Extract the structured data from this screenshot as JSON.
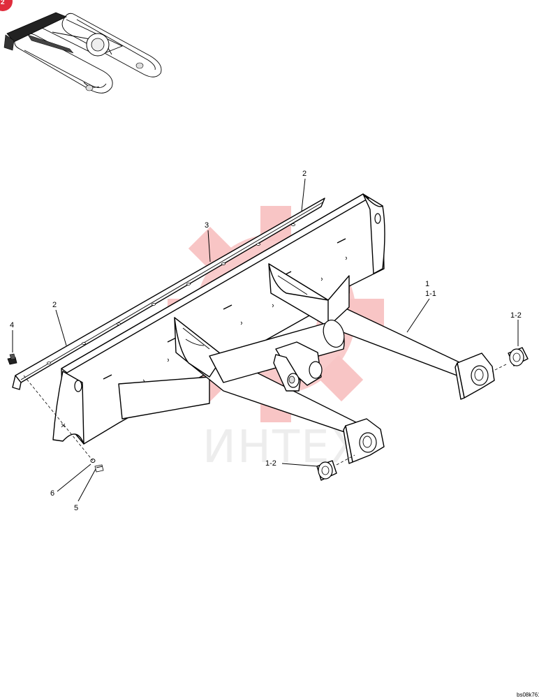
{
  "corner_badge": "2",
  "drawing_ref": "bs08k761",
  "watermark": {
    "text": "ИНТЕХ",
    "color": "#f08080"
  },
  "callouts": [
    {
      "id": "c-2-top",
      "text": "2"
    },
    {
      "id": "c-3",
      "text": "3"
    },
    {
      "id": "c-1",
      "text": "1"
    },
    {
      "id": "c-1-1",
      "text": "1-1"
    },
    {
      "id": "c-1-2-right",
      "text": "1-2"
    },
    {
      "id": "c-2-left",
      "text": "2"
    },
    {
      "id": "c-4",
      "text": "4"
    },
    {
      "id": "c-1-2-bottom",
      "text": "1-2"
    },
    {
      "id": "c-6",
      "text": "6"
    },
    {
      "id": "c-5",
      "text": "5"
    }
  ]
}
